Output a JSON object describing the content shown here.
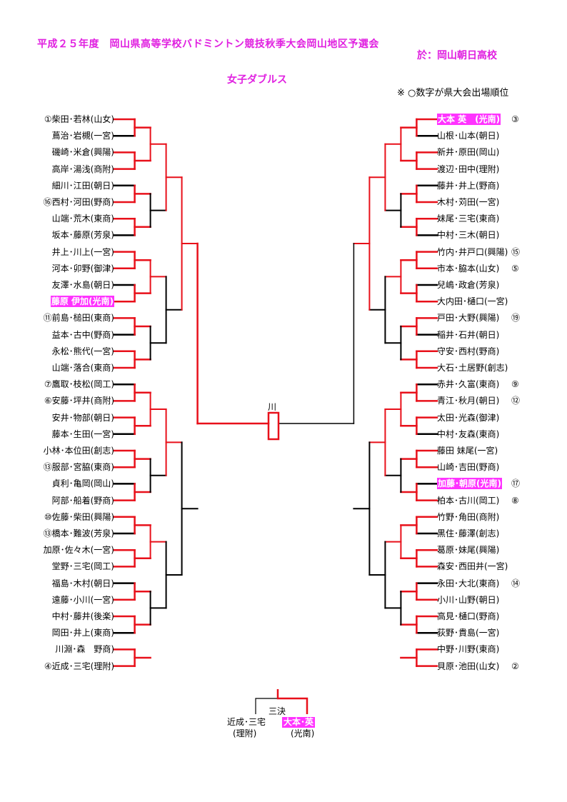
{
  "header": {
    "title": "平成２５年度　岡山県高等学校バドミントン競技秋季大会岡山地区予選会",
    "venue": "於：岡山朝日高校",
    "event": "女子ダブルス",
    "note": "※ ○数字が県大会出場順位"
  },
  "left_entries": [
    {
      "name": "①柴田･若林(山女)"
    },
    {
      "name": "蔦治･岩槻(一宮)"
    },
    {
      "name": "磯崎･米倉(興陽)"
    },
    {
      "name": "高岸･湯浅(商附)"
    },
    {
      "name": "細川･江田(朝日)"
    },
    {
      "name": "⑯西村･河田(野商)"
    },
    {
      "name": "山端･荒木(東商)"
    },
    {
      "name": "坂本･藤原(芳泉)"
    },
    {
      "name": "井上･川上(一宮)"
    },
    {
      "name": "河本･卯野(御津)"
    },
    {
      "name": "友澤･水島(朝日)"
    },
    {
      "name": "藤原 伊加(光南)",
      "highlight": true
    },
    {
      "name": "⑪前島･槌田(東商)"
    },
    {
      "name": "益本･古中(野商)"
    },
    {
      "name": "永松･熊代(一宮)"
    },
    {
      "name": "山端･落合(東商)"
    },
    {
      "name": "⑦鷹取･枝松(岡工)"
    },
    {
      "name": "⑥安藤･坪井(商附)"
    },
    {
      "name": "安井･物部(朝日)"
    },
    {
      "name": "藤本･生田(一宮)"
    },
    {
      "name": "小林･本位田(創志)"
    },
    {
      "name": "⑬服部･宮脇(東商)"
    },
    {
      "name": "貞利･亀岡(岡山)"
    },
    {
      "name": "阿部･船着(野商)"
    },
    {
      "name": "⑩佐藤･柴田(興陽)"
    },
    {
      "name": "⑬橋本･難波(芳泉)"
    },
    {
      "name": "加原･佐々木(一宮)"
    },
    {
      "name": "堂野･三宅(岡工)"
    },
    {
      "name": "福島･木村(朝日)"
    },
    {
      "name": "遠藤･小川(一宮)"
    },
    {
      "name": "中村･藤井(後楽)"
    },
    {
      "name": "岡田･井上(東商)"
    },
    {
      "name": "川淵･森　野商)"
    },
    {
      "name": "④近成･三宅(理附)"
    }
  ],
  "right_entries": [
    {
      "name": "大本 英　(光南)",
      "highlight": true,
      "mark": "③"
    },
    {
      "name": "山根･山本(朝日)"
    },
    {
      "name": "新井･原田(岡山)"
    },
    {
      "name": "渡辺･田中(理附)"
    },
    {
      "name": "藤井･井上(野商)"
    },
    {
      "name": "木村･苅田(一宮)"
    },
    {
      "name": "妹尾･三宅(東商)"
    },
    {
      "name": "中村･三木(朝日)"
    },
    {
      "name": "竹内･井戸口(興陽)",
      "mark": "⑮"
    },
    {
      "name": "市本･脇本(山女)",
      "mark": "⑤"
    },
    {
      "name": "兒嶋･政倉(芳泉)"
    },
    {
      "name": "大内田･樋口(一宮)"
    },
    {
      "name": "戸田･大野(興陽)",
      "mark": "⑲"
    },
    {
      "name": "稲井･石井(朝日)"
    },
    {
      "name": "守安･西村(野商)"
    },
    {
      "name": "大石･土居野(創志)"
    },
    {
      "name": "赤井･久富(東商)",
      "mark": "⑨"
    },
    {
      "name": "青江･秋月(朝日)",
      "mark": "⑫"
    },
    {
      "name": "太田･光森(御津)"
    },
    {
      "name": "中村･友森(東商)"
    },
    {
      "name": "藤田 妹尾(一宮)"
    },
    {
      "name": "山崎･吉田(野商)"
    },
    {
      "name": "加藤･朝原(光南)",
      "highlight": true,
      "mark": "⑰"
    },
    {
      "name": "柏本･古川(岡工)",
      "mark": "⑧"
    },
    {
      "name": "竹野･角田(商附)"
    },
    {
      "name": "黒住･藤澤(創志)"
    },
    {
      "name": "葛原･妹尾(興陽)"
    },
    {
      "name": "森安･西田井(一宮)"
    },
    {
      "name": "永田･大北(東商)",
      "mark": "⑭"
    },
    {
      "name": "小川･山野(朝日)"
    },
    {
      "name": "高見･樋口(野商)"
    },
    {
      "name": "荻野･貴島(一宮)"
    },
    {
      "name": "中野･川野(東商)"
    },
    {
      "name": "貝原･池田(山女)",
      "mark": "②"
    }
  ],
  "final": {
    "label": "川"
  },
  "third_place": {
    "label": "三決",
    "left_name": "近成･三宅",
    "left_school": "(理附)",
    "right_name": "大本･英",
    "right_school": "(光南)"
  },
  "colors": {
    "win": "#e8101a",
    "lose": "#000000",
    "accent": "#e020e0",
    "highlight": "#ff33ff"
  }
}
